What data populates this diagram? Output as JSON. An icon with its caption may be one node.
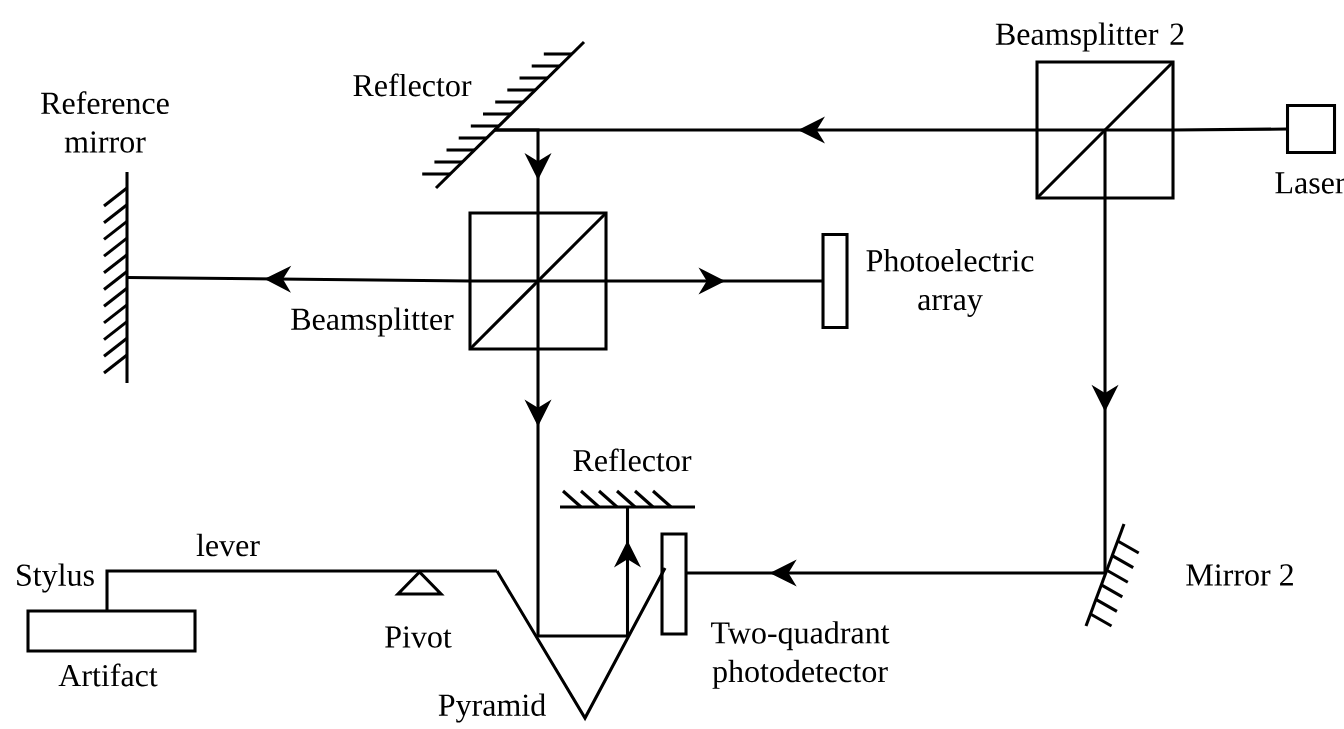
{
  "diagram": {
    "nodes": [
      {
        "text": [
          "Beamsplitter 2"
        ]
      },
      {
        "text": [
          "Laser"
        ]
      },
      {
        "text": [
          "Reflector"
        ]
      },
      {
        "text": [
          "Reference mirror"
        ]
      },
      {
        "text": [
          "Beamsplitter"
        ]
      },
      {
        "text": [
          "Photoelectric array"
        ]
      },
      {
        "text": [
          "Mirror 2"
        ]
      },
      {
        "text": [
          "Two-quadrant photodetector"
        ]
      },
      {
        "text": [
          "Reflector"
        ]
      },
      {
        "text": [
          "Pyramid"
        ]
      },
      {
        "text": [
          "Pivot"
        ]
      },
      {
        "text": [
          "Artifact"
        ]
      }
    ],
    "edges": [
      {
        "from": 1,
        "to": 0,
        "arrow": "none"
      },
      {
        "from": 0,
        "to": 2,
        "arrow": "to"
      },
      {
        "from": 2,
        "to": 4,
        "arrow": "to"
      },
      {
        "from": 4,
        "to": 3,
        "arrow": "to"
      },
      {
        "from": 4,
        "to": 5,
        "arrow": "to"
      },
      {
        "from": 4,
        "to": 9,
        "arrow": "to"
      },
      {
        "from": 0,
        "to": 6,
        "arrow": "to"
      },
      {
        "from": 6,
        "to": 7,
        "arrow": "to"
      },
      {
        "from": 9,
        "to": 8,
        "arrow": "to"
      }
    ],
    "labels": [
      "Stylus",
      "lever"
    ]
  }
}
